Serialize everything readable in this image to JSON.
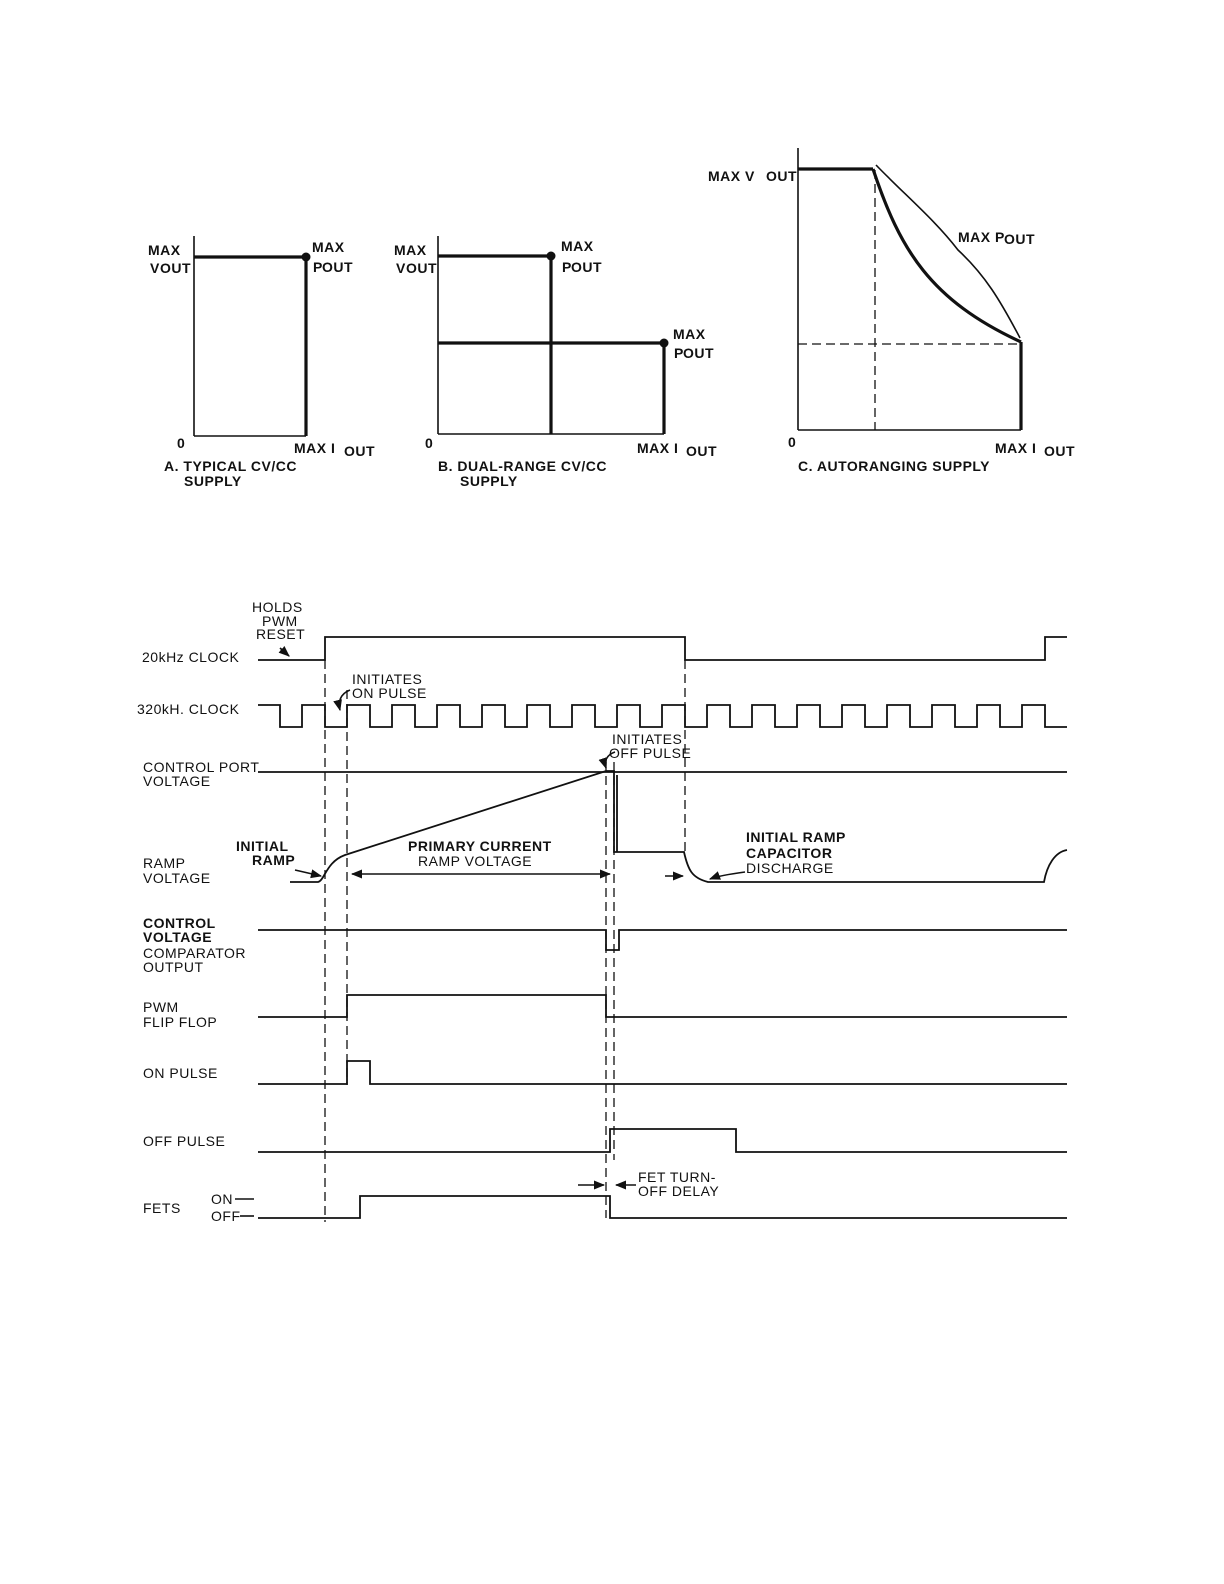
{
  "graphs": {
    "a": {
      "max_v": "MAX",
      "v_out": "V",
      "v_sub": "OUT",
      "max_p": "MAX",
      "p_out": "P",
      "p_sub": "OUT",
      "zero": "0",
      "max_i": "MAX I",
      "i_sub": "OUT",
      "caption_line1": "A. TYPICAL CV/CC",
      "caption_line2": "SUPPLY"
    },
    "b": {
      "max_v": "MAX",
      "v_out": "V",
      "v_sub": "OUT",
      "max_p1": "MAX",
      "p1_out": "P",
      "p1_sub": "OUT",
      "max_p2": "MAX",
      "p2_out": "P",
      "p2_sub": "OUT",
      "zero": "0",
      "max_i": "MAX I",
      "i_sub": "OUT",
      "caption_line1": "B. DUAL-RANGE CV/CC",
      "caption_line2": "SUPPLY"
    },
    "c": {
      "max_v": "MAX V",
      "v_sub": "OUT",
      "max_p": "MAX P",
      "p_sub": "OUT",
      "zero": "0",
      "max_i": "MAX I",
      "i_sub": "OUT",
      "caption": "C. AUTORANGING SUPPLY"
    }
  },
  "timing": {
    "signals": {
      "clock20": "20kHz CLOCK",
      "clock320": "320kH. CLOCK",
      "ctrl_port_1": "CONTROL PORT",
      "ctrl_port_2": "VOLTAGE",
      "ramp_1": "RAMP",
      "ramp_2": "VOLTAGE",
      "cvc_1": "CONTROL",
      "cvc_2": "VOLTAGE",
      "cvc_3": "COMPARATOR",
      "cvc_4": "OUTPUT",
      "pwm_1": "PWM",
      "pwm_2": "FLIP FLOP",
      "on_pulse": "ON PULSE",
      "off_pulse": "OFF PULSE",
      "fets": "FETS",
      "fets_on": "ON",
      "fets_off": "OFF"
    },
    "annotations": {
      "holds_1": "HOLDS",
      "holds_2": "PWM",
      "holds_3": "RESET",
      "init_on_1": "INITIATES",
      "init_on_2": "ON PULSE",
      "init_off_1": "INITIATES",
      "init_off_2": "OFF PULSE",
      "initial_ramp_1": "INITIAL",
      "initial_ramp_2": "RAMP",
      "primary_1": "PRIMARY CURRENT",
      "primary_2": "RAMP VOLTAGE",
      "cap_1": "INITIAL RAMP",
      "cap_2": "CAPACITOR",
      "cap_3": "DISCHARGE",
      "fet_delay_1": "FET TURN-",
      "fet_delay_2": "OFF DELAY"
    }
  }
}
